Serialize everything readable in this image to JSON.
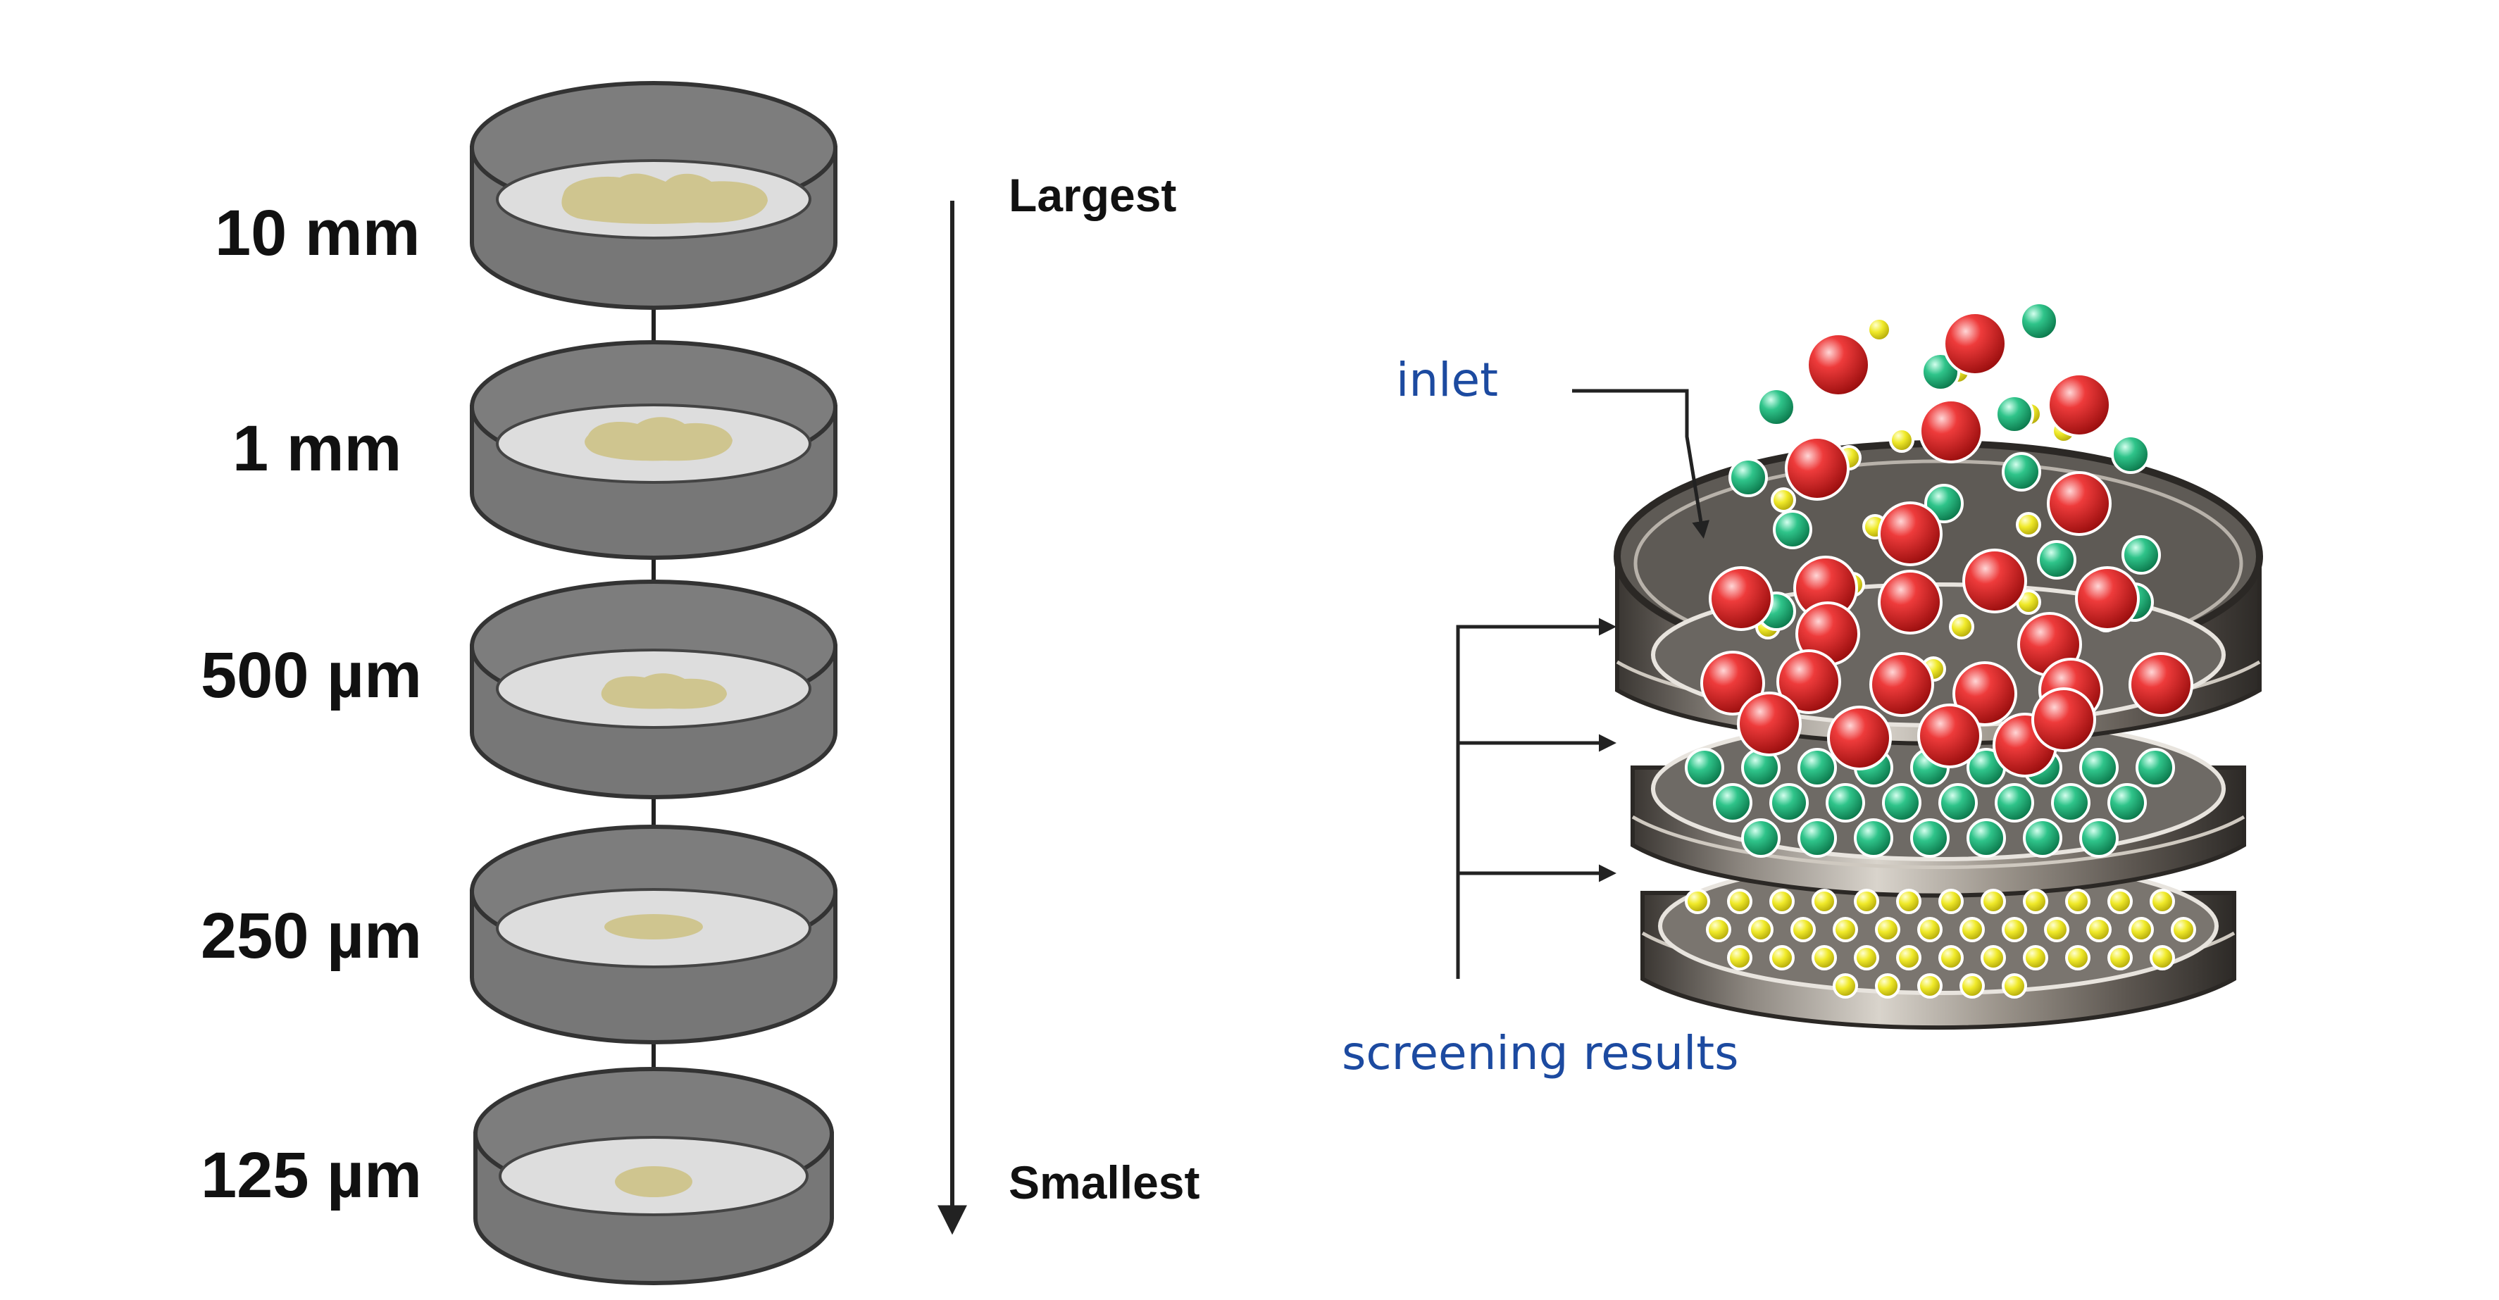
{
  "left_panel": {
    "sieves": [
      {
        "size_label": "10 mm"
      },
      {
        "size_label": "1 mm"
      },
      {
        "size_label": "500 µm"
      },
      {
        "size_label": "250 µm"
      },
      {
        "size_label": "125 µm"
      }
    ],
    "order_top_label": "Largest",
    "order_bottom_label": "Smallest"
  },
  "right_panel": {
    "inlet_label": "inlet",
    "results_label": "screening results"
  },
  "colors": {
    "sieve_gray": "#777777",
    "mesh_gray": "#d9d9d9",
    "sample_tan": "#cfc58f",
    "label_blue": "#1c4aa0",
    "particle_red": "#d92b2b",
    "particle_green": "#27b07a",
    "particle_yellow": "#e8e21f"
  }
}
